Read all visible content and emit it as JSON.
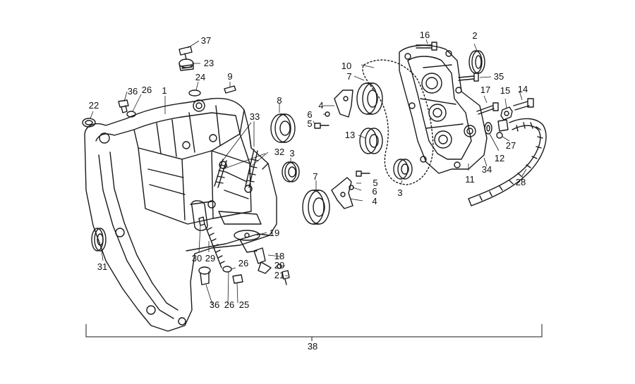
{
  "diagram": {
    "callouts": [
      "1",
      "2",
      "3",
      "3",
      "4",
      "4",
      "5",
      "5",
      "6",
      "6",
      "7",
      "7",
      "8",
      "9",
      "10",
      "11",
      "12",
      "13",
      "14",
      "15",
      "16",
      "17",
      "18",
      "19",
      "20",
      "21",
      "22",
      "23",
      "24",
      "25",
      "26",
      "26",
      "26",
      "27",
      "28",
      "29",
      "30",
      "31",
      "32",
      "33",
      "34",
      "35",
      "36",
      "36",
      "37",
      "38"
    ],
    "assembly_label": "38"
  }
}
